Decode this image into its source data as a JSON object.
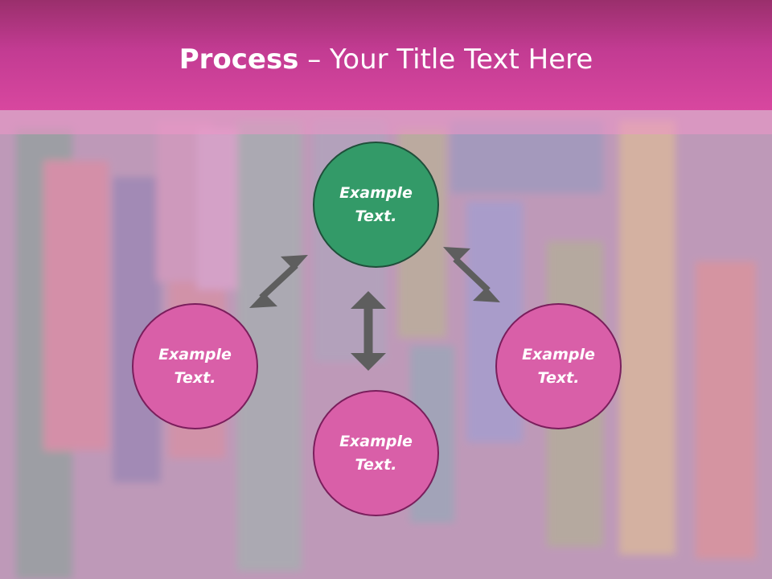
{
  "title": {
    "bold": "Process",
    "rest": " – Your Title Text Here"
  },
  "nodes": [
    {
      "id": "top",
      "text": "Example\nText."
    },
    {
      "id": "left",
      "text": "Example\nText."
    },
    {
      "id": "right",
      "text": "Example\nText."
    },
    {
      "id": "bottom",
      "text": "Example\nText."
    }
  ],
  "colors": {
    "header": "#c23b92",
    "node_primary": "#339a68",
    "node_secondary": "#d95fa8",
    "node_border": "#7a1e5c",
    "arrow": "#5e5e5e"
  },
  "background": "blurred photo of colored chalk sticks"
}
